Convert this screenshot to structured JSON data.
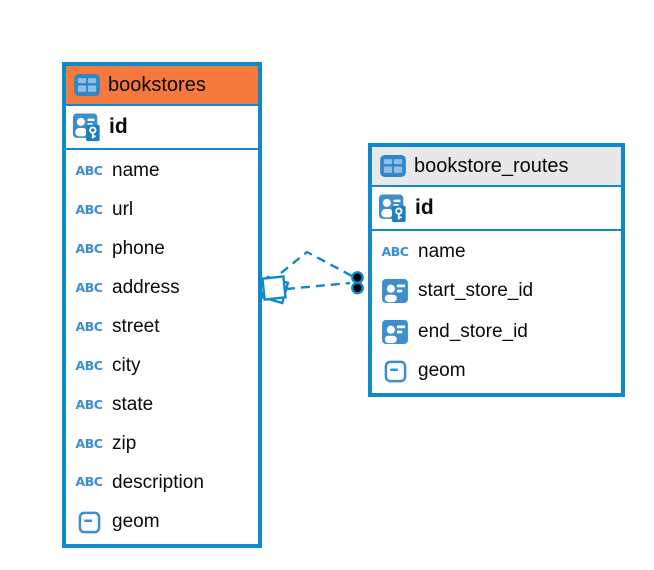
{
  "diagram": {
    "kind": "database-er-diagram",
    "colors": {
      "accent_blue": "#1089CB",
      "icon_blue": "#3D8ECD",
      "bookstores_header_bg": "#F5793D",
      "routes_header_bg": "#E8E8E8",
      "text": "#0A0A0A",
      "endpoint_dot": "#000000"
    },
    "icons": {
      "text_type_glyph": "ABC"
    },
    "tables": [
      {
        "name": "bookstores",
        "header_bg": "#F5793D",
        "primary_key": {
          "name": "id",
          "icon": "primary-key-icon"
        },
        "columns": [
          {
            "name": "name",
            "icon": "text-type-icon"
          },
          {
            "name": "url",
            "icon": "text-type-icon"
          },
          {
            "name": "phone",
            "icon": "text-type-icon"
          },
          {
            "name": "address",
            "icon": "text-type-icon"
          },
          {
            "name": "street",
            "icon": "text-type-icon"
          },
          {
            "name": "city",
            "icon": "text-type-icon"
          },
          {
            "name": "state",
            "icon": "text-type-icon"
          },
          {
            "name": "zip",
            "icon": "text-type-icon"
          },
          {
            "name": "description",
            "icon": "text-type-icon"
          },
          {
            "name": "geom",
            "icon": "geometry-type-icon"
          }
        ]
      },
      {
        "name": "bookstore_routes",
        "header_bg": "#E8E8E8",
        "primary_key": {
          "name": "id",
          "icon": "primary-key-icon"
        },
        "columns": [
          {
            "name": "name",
            "icon": "text-type-icon"
          },
          {
            "name": "start_store_id",
            "icon": "foreign-key-icon"
          },
          {
            "name": "end_store_id",
            "icon": "foreign-key-icon"
          },
          {
            "name": "geom",
            "icon": "geometry-type-icon"
          }
        ]
      }
    ],
    "relationships": [
      {
        "from_table": "bookstores",
        "to_table": "bookstore_routes",
        "to_column": "start_store_id",
        "line_style": "dashed"
      },
      {
        "from_table": "bookstores",
        "to_table": "bookstore_routes",
        "to_column": "end_store_id",
        "line_style": "dashed"
      }
    ]
  }
}
